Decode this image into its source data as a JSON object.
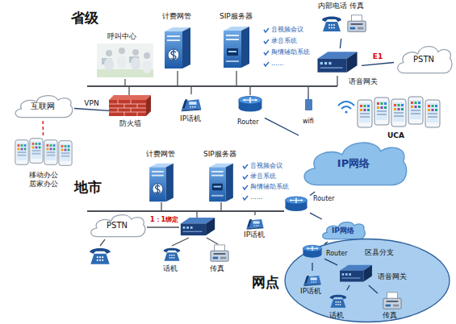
{
  "diagram": {
    "nodes": [
      {
        "text": [
          "呼叫中心"
        ]
      },
      {
        "text": [
          "计费网管"
        ]
      },
      {
        "text": [
          "SIP服务器"
        ]
      },
      {
        "text": [
          "内部电话 传真"
        ]
      },
      {
        "text": [
          "语音网关"
        ]
      },
      {
        "text": [
          "PSTN"
        ]
      },
      {
        "text": [
          "互联网"
        ]
      },
      {
        "text": [
          "防火墙"
        ]
      },
      {
        "text": [
          "IP话机"
        ]
      },
      {
        "text": [
          "Router"
        ]
      },
      {
        "text": [
          "wifi"
        ]
      },
      {
        "text": [
          "UCA"
        ]
      },
      {
        "text": [
          "移动办公 居家办公"
        ]
      },
      {
        "text": [
          "IP网络"
        ]
      },
      {
        "text": [
          "计费网管"
        ]
      },
      {
        "text": [
          "SIP服务器"
        ]
      },
      {
        "text": [
          "Router"
        ]
      },
      {
        "text": [
          "PSTN"
        ]
      },
      {
        "text": [
          "IP话机"
        ]
      },
      {
        "text": [
          "话机"
        ]
      },
      {
        "text": [
          "传真"
        ]
      },
      {
        "text": [
          "IP网络"
        ]
      },
      {
        "text": [
          "网点",
          "区县分支"
        ]
      },
      {
        "text": [
          "Router"
        ],
        "in": 22
      },
      {
        "text": [
          "IP话机"
        ],
        "in": 22
      },
      {
        "text": [
          "语音网关"
        ],
        "in": 22
      },
      {
        "text": [
          "话机"
        ],
        "in": 22
      },
      {
        "text": [
          "传真"
        ],
        "in": 22
      }
    ],
    "edges": [
      {
        "from": 4,
        "to": 3,
        "arrow": "none"
      },
      {
        "from": 4,
        "to": 5,
        "label": "E1",
        "arrow": "none"
      },
      {
        "from": 7,
        "to": 6,
        "label": "VPN",
        "arrow": "none"
      },
      {
        "from": 6,
        "to": 12,
        "arrow": "none"
      },
      {
        "from": 9,
        "to": 13,
        "arrow": "none"
      },
      {
        "from": 13,
        "to": 16,
        "arrow": "none"
      },
      {
        "from": 16,
        "to": 21,
        "arrow": "none"
      },
      {
        "from": 21,
        "to": 23,
        "arrow": "none"
      },
      {
        "from": 23,
        "to": 24,
        "arrow": "none"
      },
      {
        "from": 23,
        "to": 25,
        "arrow": "none"
      },
      {
        "from": 25,
        "to": 26,
        "arrow": "none"
      },
      {
        "from": 25,
        "to": 27,
        "arrow": "none"
      }
    ],
    "labels": [
      "省级",
      "音视频会议",
      "录音系统",
      "舆情辅助系统",
      "......",
      "地市",
      "音视频会议",
      "录音系统",
      "舆情辅助系统",
      "......",
      "1：1绑定"
    ]
  }
}
